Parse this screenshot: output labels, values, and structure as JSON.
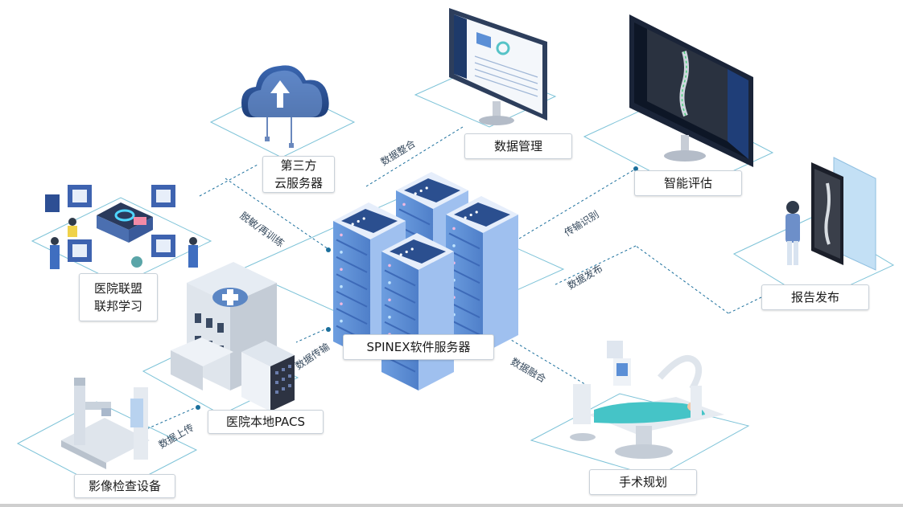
{
  "nodes": {
    "third_party_cloud": {
      "line1": "第三方",
      "line2": "云服务器"
    },
    "hospital_alliance": {
      "line1": "医院联盟",
      "line2": "联邦学习"
    },
    "data_management": {
      "label": "数据管理"
    },
    "smart_assessment": {
      "label": "智能评估"
    },
    "report_release": {
      "label": "报告发布"
    },
    "spinex_server": {
      "label": "SPINEX软件服务器"
    },
    "local_pacs": {
      "label": "医院本地PACS"
    },
    "imaging_equipment": {
      "label": "影像检查设备"
    },
    "surgical_planning": {
      "label": "手术规划"
    }
  },
  "edges": {
    "desensitize_retrain": "脱敏/再训练",
    "data_integration": "数据整合",
    "transfer_recognition": "传输识别",
    "data_release": "数据发布",
    "data_transfer": "数据传输",
    "data_fusion": "数据融合",
    "data_upload": "数据上传"
  },
  "colors": {
    "line": "#1b6f9c",
    "platform": "#7ec3d8",
    "server_blue": "#5b8fd6",
    "dark_blue": "#2b4f8f"
  }
}
